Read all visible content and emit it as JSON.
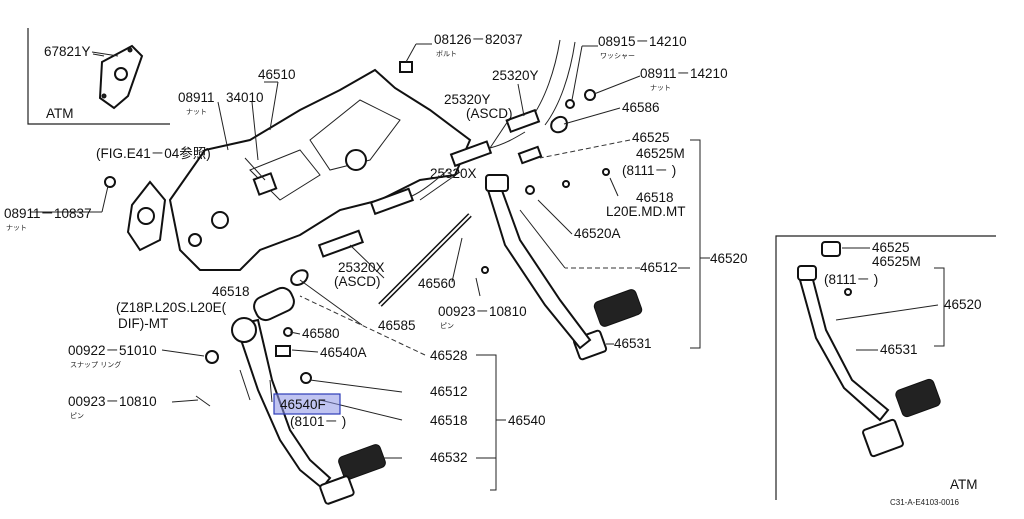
{
  "labels": {
    "p67821y": "67821Y",
    "atm_box": "ATM",
    "p46510": "46510",
    "p08911": "08911",
    "p34010": "34010",
    "nut1": "ナット",
    "fig_ref": "(FIG.E41－04参照)",
    "p08911_10837": "08911－10837",
    "nut2": "ナット",
    "p08126": "08126－82037",
    "bolt": "ボルト",
    "p08915": "08915－14210",
    "washer": "ワッシャー",
    "p25320y": "25320Y",
    "p08911_14210": "08911－14210",
    "nut3": "ナット",
    "p25320y_ascd": "25320Y",
    "ascd1": "(ASCD)",
    "p46586": "46586",
    "p46525": "46525",
    "p46525m": "46525M",
    "p8111": "(8111－ )",
    "p25320x": "25320X",
    "p46518_r": "46518",
    "l20e": "L20E.MD.MT",
    "p46520a": "46520A",
    "p46512_r": "46512",
    "p46520": "46520",
    "p25320x_ascd": "25320X",
    "ascd2": "(ASCD)",
    "p46560": "46560",
    "p00923_10810_m": "00923－10810",
    "pin1": "ピン",
    "p46518_l": "46518",
    "z18p": "(Z18P.L20S.L20E(",
    "dif": "DIF)-MT",
    "p46585": "46585",
    "p46580": "46580",
    "p46540a": "46540A",
    "p46528": "46528",
    "p46531": "46531",
    "p00922": "00922－51010",
    "snap": "スナップ リング",
    "p00923_10810_l": "00923－10810",
    "pin2": "ピン",
    "p46512_b": "46512",
    "p46540f": "46540F",
    "p8101": "(8101－ )",
    "p46518_b": "46518",
    "p46540": "46540",
    "p46532": "46532",
    "in_46525": "46525",
    "in_46525m": "46525M",
    "in_8111": "(8111－ )",
    "in_46520": "46520",
    "in_46531": "46531",
    "in_atm": "ATM",
    "code": "C31-A-E4103-0016"
  },
  "colors": {
    "highlight": "#8c94e6",
    "line": "#222222",
    "background": "#ffffff"
  }
}
